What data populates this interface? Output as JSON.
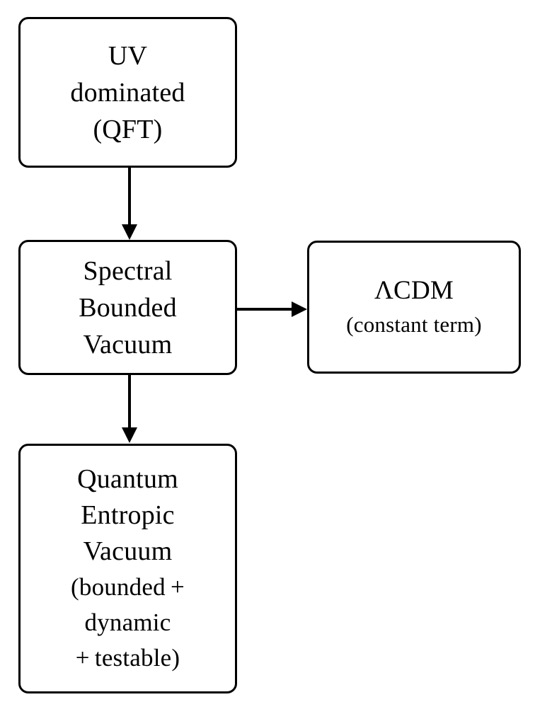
{
  "diagram": {
    "type": "flowchart",
    "orientation": "vertical-with-branch",
    "background_color": "#ffffff",
    "stroke_color": "#000000",
    "nodes": [
      {
        "id": "uv-dominated",
        "lines": [
          {
            "text": "UV",
            "emphasis": "primary"
          },
          {
            "text": "dominated",
            "emphasis": "primary"
          },
          {
            "text": "(QFT)",
            "emphasis": "primary"
          }
        ]
      },
      {
        "id": "spectral-bounded-vacuum",
        "lines": [
          {
            "text": "Spectral",
            "emphasis": "primary"
          },
          {
            "text": "Bounded",
            "emphasis": "primary"
          },
          {
            "text": "Vacuum",
            "emphasis": "primary"
          }
        ]
      },
      {
        "id": "lambda-cdm",
        "lines": [
          {
            "text": "ΛCDM",
            "emphasis": "primary"
          },
          {
            "text": "(constant term)",
            "emphasis": "secondary"
          }
        ]
      },
      {
        "id": "quantum-entropic-vacuum",
        "lines": [
          {
            "text": "Quantum",
            "emphasis": "primary"
          },
          {
            "text": "Entropic",
            "emphasis": "primary"
          },
          {
            "text": "Vacuum",
            "emphasis": "primary"
          },
          {
            "text": "(bounded +",
            "emphasis": "secondary"
          },
          {
            "text": "dynamic",
            "emphasis": "secondary"
          },
          {
            "text": "+ testable)",
            "emphasis": "secondary"
          }
        ]
      }
    ],
    "edges": [
      {
        "id": "uv-to-spectral",
        "from": "uv-dominated",
        "to": "spectral-bounded-vacuum",
        "direction": "down",
        "label": ""
      },
      {
        "id": "spectral-to-lcdm",
        "from": "spectral-bounded-vacuum",
        "to": "lambda-cdm",
        "direction": "right",
        "label": ""
      },
      {
        "id": "spectral-to-qev",
        "from": "spectral-bounded-vacuum",
        "to": "quantum-entropic-vacuum",
        "direction": "down",
        "label": ""
      }
    ]
  }
}
